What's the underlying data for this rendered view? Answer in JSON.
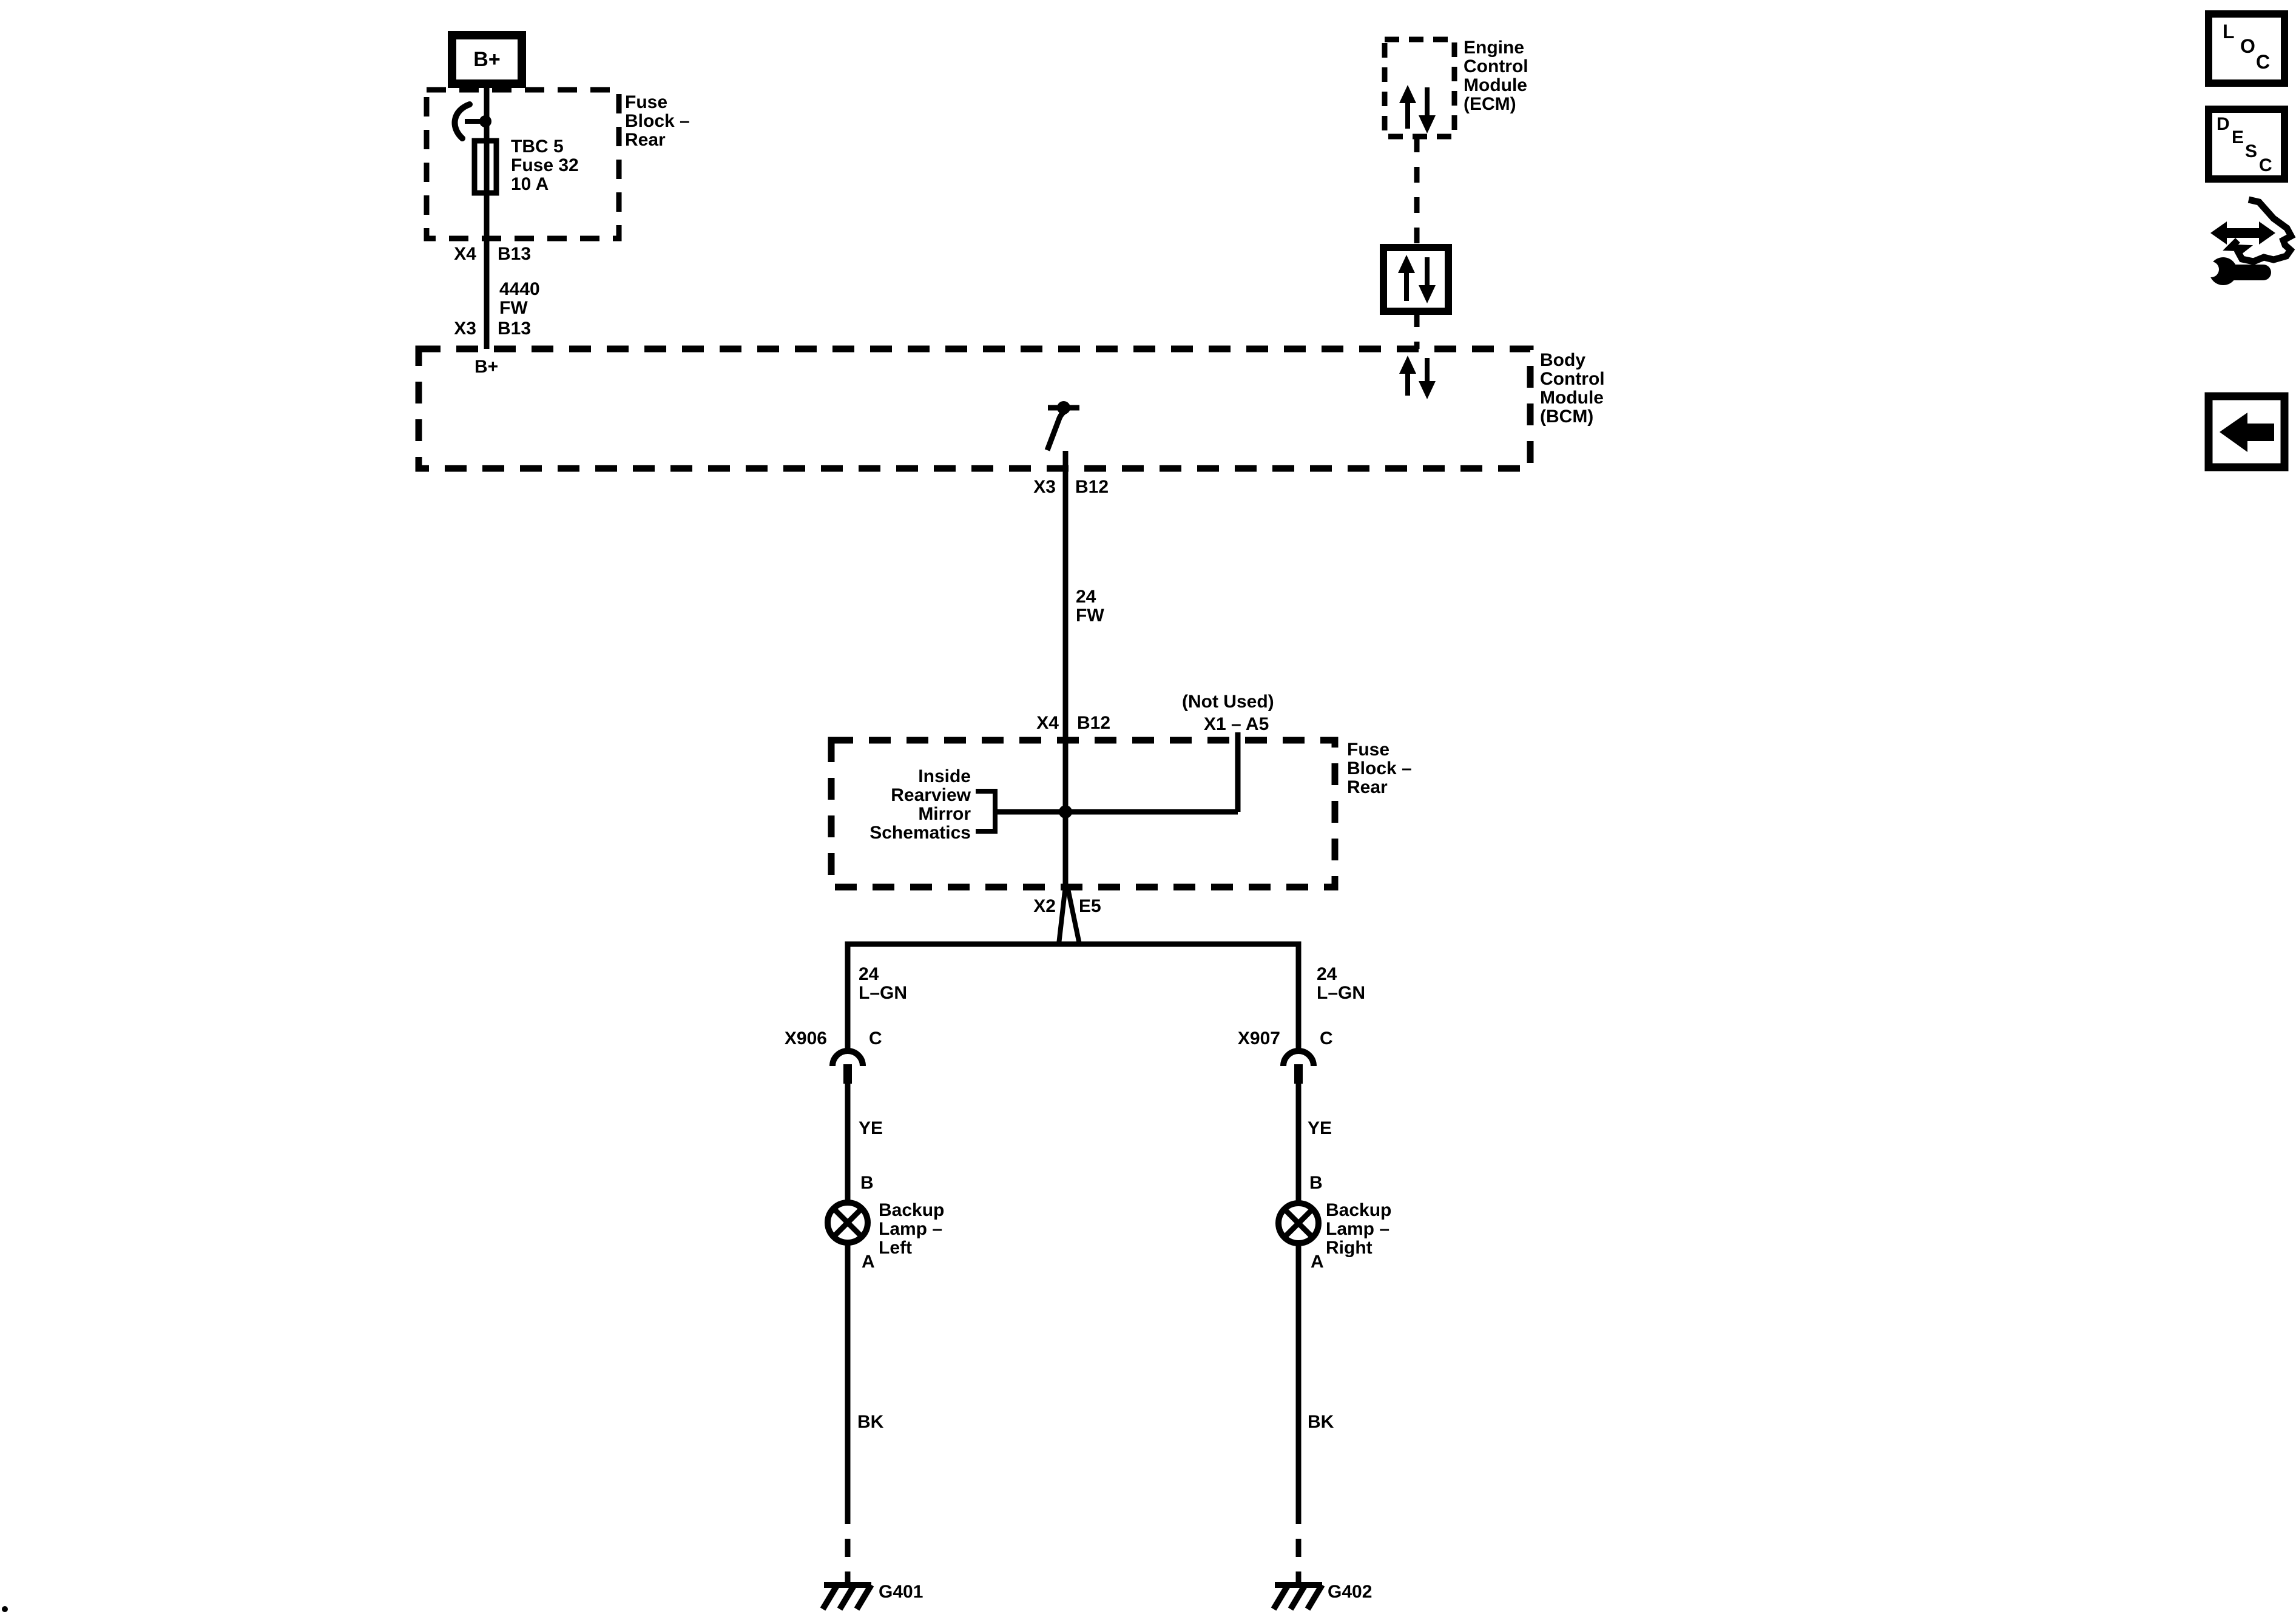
{
  "colors": {
    "ink": "#000000",
    "paper": "#ffffff"
  },
  "diagram": {
    "battery_feed": "B+",
    "fuse_block_top": {
      "name_lines": [
        "Fuse",
        "Block –",
        "Rear"
      ],
      "fuse_label_lines": [
        "TBC 5",
        "Fuse 32",
        "10 A"
      ]
    },
    "x4_top": "X4",
    "b13_top": "B13",
    "wire_4440": {
      "circuit": "4440",
      "color": "FW"
    },
    "x3_top": "X3",
    "b13_bottom": "B13",
    "bcm": {
      "b_plus": "B+",
      "name_lines": [
        "Body",
        "Control",
        "Module",
        "(BCM)"
      ],
      "out_conn": "X3",
      "out_pin": "B12"
    },
    "ecm": {
      "name_lines": [
        "Engine",
        "Control",
        "Module",
        "(ECM)"
      ]
    },
    "wire_24fw": {
      "gauge": "24",
      "color": "FW"
    },
    "fuse_block_mid": {
      "in_conn": "X4",
      "in_pin": "B12",
      "not_used": "(Not Used)",
      "not_used_pin": "X1 – A5",
      "name_lines": [
        "Fuse",
        "Block –",
        "Rear"
      ],
      "mirror_ref_lines": [
        "Inside",
        "Rearview",
        "Mirror",
        "Schematics"
      ],
      "out_conn": "X2",
      "out_pin": "E5"
    },
    "left": {
      "wire_gauge": "24",
      "wire_color": "L–GN",
      "conn": "X906",
      "conn_pin": "C",
      "wire_color2": "YE",
      "pin_in": "B",
      "lamp_lines": [
        "Backup",
        "Lamp –",
        "Left"
      ],
      "pin_out": "A",
      "wire_color3": "BK",
      "ground": "G401"
    },
    "right": {
      "wire_gauge": "24",
      "wire_color": "L–GN",
      "conn": "X907",
      "conn_pin": "C",
      "wire_color2": "YE",
      "pin_in": "B",
      "lamp_lines": [
        "Backup",
        "Lamp –",
        "Right"
      ],
      "pin_out": "A",
      "wire_color3": "BK",
      "ground": "G402"
    }
  },
  "sidebar": {
    "loc_letters": [
      "L",
      "O",
      "C"
    ],
    "desc_letters": [
      "D",
      "E",
      "S",
      "C"
    ]
  }
}
